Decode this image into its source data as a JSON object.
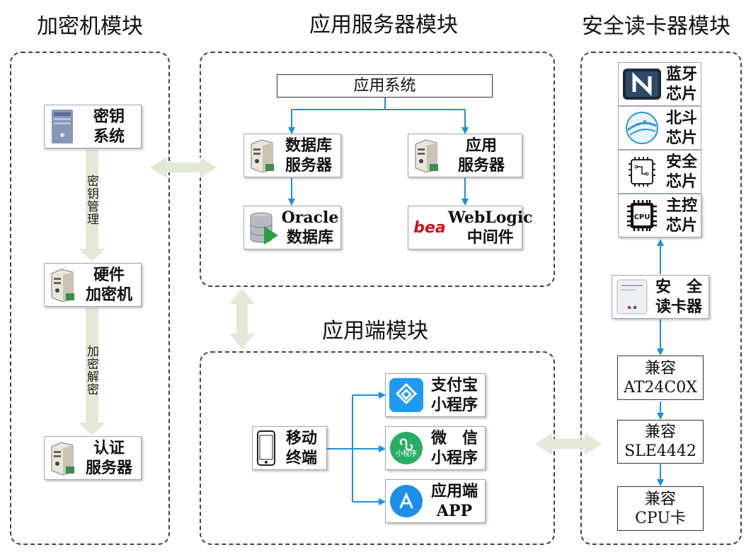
{
  "titles": {
    "encryptor": "加密机模块",
    "app_server": "应用服务器模块",
    "secure_reader": "安全读卡器模块",
    "client": "应用端模块"
  },
  "encryptor": {
    "key_system": [
      "密钥",
      "系统"
    ],
    "key_mgmt_label": "密钥管理",
    "hw_encryptor": [
      "硬件",
      "加密机"
    ],
    "encrypt_label": "加密解密",
    "auth_server": [
      "认证",
      "服务器"
    ]
  },
  "app_server": {
    "app_system": "应用系统",
    "db_server": [
      "数据库",
      "服务器"
    ],
    "application_server": [
      "应用",
      "服务器"
    ],
    "oracle": [
      "Oracle",
      "数据库"
    ],
    "weblogic": [
      "WebLogic",
      "中间件"
    ],
    "bea_logo": "bea"
  },
  "client": {
    "mobile": [
      "移动",
      "终端"
    ],
    "alipay": [
      "支付宝",
      "小程序"
    ],
    "wechat": [
      "微　信",
      "小程序"
    ],
    "wechat_icon_text": "小程序",
    "app": [
      "应用端",
      "APP"
    ]
  },
  "reader": {
    "bluetooth": [
      "蓝牙",
      "芯片"
    ],
    "beidou": [
      "北斗",
      "芯片"
    ],
    "security": [
      "安全",
      "芯片"
    ],
    "main": [
      "主控",
      "芯片"
    ],
    "cpu_icon_text": "CPU",
    "secure_reader": [
      "安　全",
      "读卡器"
    ],
    "at24": [
      "兼容",
      "AT24C0X"
    ],
    "sle": [
      "兼容",
      "SLE4442"
    ],
    "cpu_card": [
      "兼容",
      "CPU卡"
    ]
  },
  "colors": {
    "blue_line": "#1a8fe0",
    "big_arrow": "#e3e9d7",
    "dash_border": "#444444"
  }
}
